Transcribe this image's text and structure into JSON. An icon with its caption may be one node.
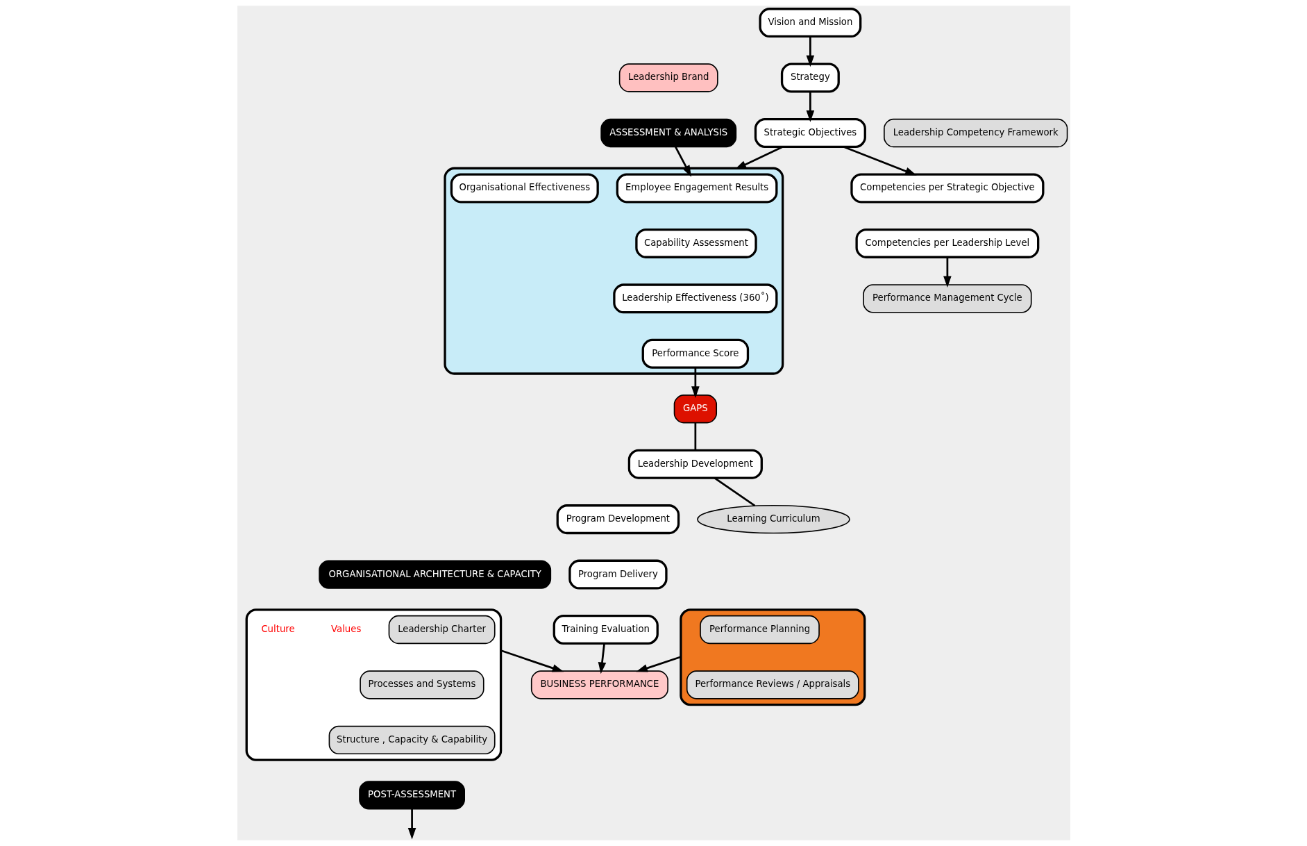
{
  "diagram": {
    "nodes": [
      {
        "text": [
          "Vision and Mission"
        ]
      },
      {
        "text": [
          "Strategy"
        ]
      },
      {
        "text": [
          "Strategic Objectives"
        ]
      },
      {
        "text": [
          "Leadership Competency Framework"
        ]
      },
      {
        "text": [
          "Competencies per Strategic Objective"
        ]
      },
      {
        "text": [
          "Competencies per Leadership Level"
        ]
      },
      {
        "text": [
          "Leadership Brand"
        ]
      },
      {
        "text": [
          "ASSESSMENT & ANALYSIS"
        ]
      },
      {
        "text": [],
        "shape": "ellipse"
      },
      {
        "text": [
          "Employee Engagement Results"
        ],
        "in": 8
      },
      {
        "text": [
          "Capability Assessment"
        ],
        "in": 8
      },
      {
        "text": [
          "Leadership Effectiveness (360˚)"
        ],
        "in": 8
      },
      {
        "text": [
          "Organisational Effectiveness"
        ],
        "in": 8
      },
      {
        "text": [
          "Performance Score"
        ],
        "in": 8
      },
      {
        "text": [
          "ORGANISATIONAL ARCHITECTURE & CAPACITY"
        ]
      },
      {
        "text": [],
        "shape": "ellipse"
      },
      {
        "text": [
          "Leadership Charter"
        ],
        "in": 15
      },
      {
        "text": [
          "Processes and Systems"
        ],
        "in": 15
      },
      {
        "text": [
          "Structure , Capacity & Capability"
        ],
        "in": 15
      },
      {
        "text": [
          "GAPS"
        ]
      },
      {
        "text": [
          "Leadership Development"
        ]
      },
      {
        "text": [
          "Program Development"
        ]
      },
      {
        "text": [
          "Program Delivery"
        ]
      },
      {
        "text": [
          "Training Evaluation"
        ]
      },
      {
        "text": [
          "POST-ASSESSMENT"
        ]
      },
      {
        "text": [
          "Learning Curriculum"
        ]
      },
      {
        "text": [
          "Performance Management Cycle"
        ]
      },
      {
        "text": [],
        "shape": "ellipse"
      },
      {
        "text": [
          "Performance Planning"
        ],
        "in": 27
      },
      {
        "text": [
          "Performance Reviews / Appraisals"
        ],
        "in": 27
      },
      {
        "text": [
          "BUSINESS PERFORMANCE"
        ]
      }
    ],
    "edges": [
      {
        "from": 0,
        "to": 1,
        "arrow": "to"
      },
      {
        "from": 1,
        "to": 2,
        "arrow": "to"
      },
      {
        "from": 2,
        "to": 4,
        "arrow": "to"
      },
      {
        "from": 2,
        "to": 8,
        "arrow": "to"
      },
      {
        "from": 7,
        "to": 9,
        "arrow": "to"
      },
      {
        "from": 13,
        "to": 19,
        "arrow": "to"
      },
      {
        "from": 19,
        "to": 20,
        "arrow": "none"
      },
      {
        "from": 5,
        "to": 26,
        "arrow": "to"
      },
      {
        "from": 20,
        "to": 25,
        "arrow": "none"
      },
      {
        "from": 24,
        "to": null,
        "arrow": "to"
      },
      {
        "from": 23,
        "to": 30,
        "arrow": "to"
      },
      {
        "from": 15,
        "to": 30,
        "arrow": "to"
      },
      {
        "from": 27,
        "to": 30,
        "arrow": "to"
      }
    ],
    "labels": [
      "Values",
      "Culture"
    ]
  }
}
